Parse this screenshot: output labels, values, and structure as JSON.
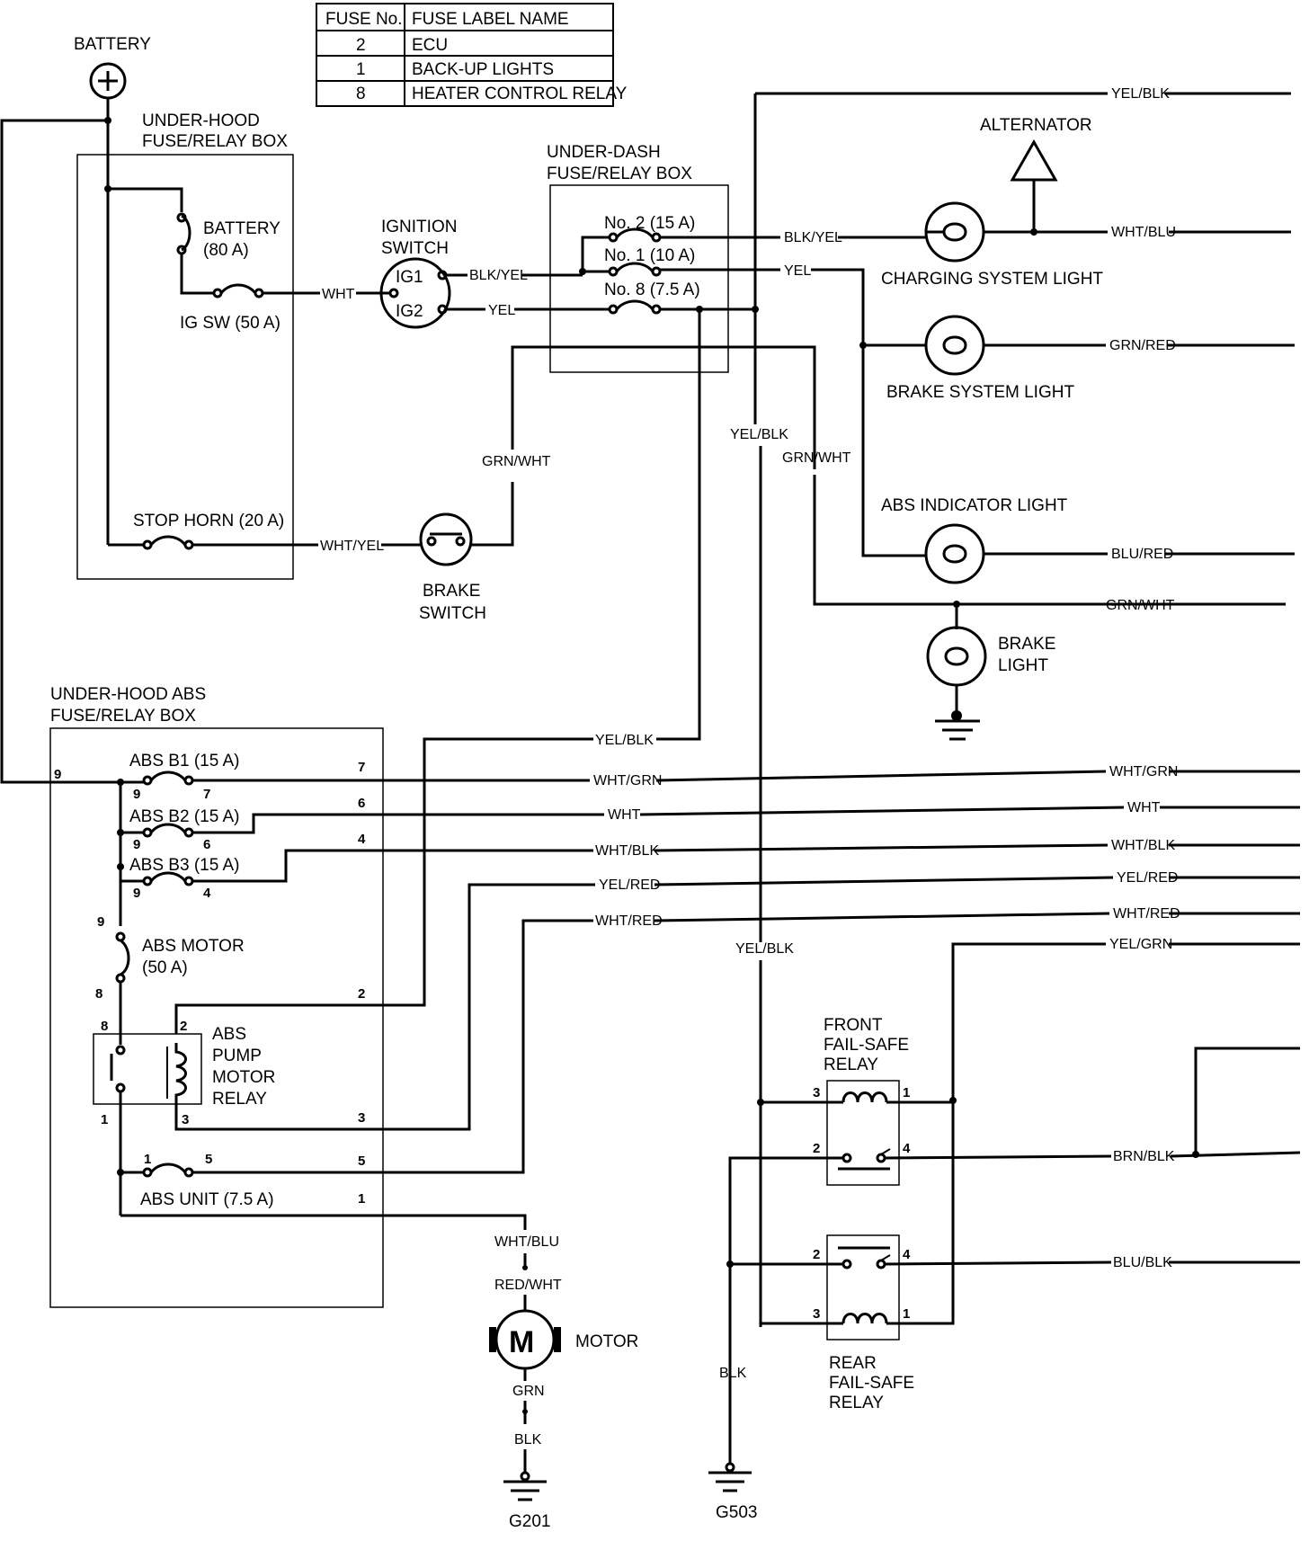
{
  "fuse_table": {
    "headers": [
      "FUSE No.",
      "FUSE LABEL NAME"
    ],
    "rows": [
      {
        "no": "2",
        "name": "ECU"
      },
      {
        "no": "1",
        "name": "BACK-UP LIGHTS"
      },
      {
        "no": "8",
        "name": "HEATER CONTROL RELAY"
      }
    ]
  },
  "labels": {
    "battery": "BATTERY",
    "underhood_box_1": "UNDER-HOOD",
    "underhood_box_2": "FUSE/RELAY BOX",
    "battery_fuse_1": "BATTERY",
    "battery_fuse_2": "(80 A)",
    "ig_sw_fuse": "IG SW (50 A)",
    "stop_horn_fuse": "STOP HORN (20 A)",
    "ignition_1": "IGNITION",
    "ignition_2": "SWITCH",
    "ig1": "IG1",
    "ig2": "IG2",
    "underdash_1": "UNDER-DASH",
    "underdash_2": "FUSE/RELAY BOX",
    "fuse_no2": "No. 2 (15 A)",
    "fuse_no1": "No. 1 (10 A)",
    "fuse_no8": "No. 8 (7.5 A)",
    "brake_switch_1": "BRAKE",
    "brake_switch_2": "SWITCH",
    "alternator": "ALTERNATOR",
    "charging_light": "CHARGING SYSTEM LIGHT",
    "brake_system_light": "BRAKE SYSTEM LIGHT",
    "abs_indicator_light": "ABS INDICATOR LIGHT",
    "brake_light_1": "BRAKE",
    "brake_light_2": "LIGHT",
    "abs_box_1": "UNDER-HOOD ABS",
    "abs_box_2": "FUSE/RELAY BOX",
    "abs_b1": "ABS B1 (15 A)",
    "abs_b2": "ABS B2 (15 A)",
    "abs_b3": "ABS B3 (15 A)",
    "abs_motor_1": "ABS MOTOR",
    "abs_motor_2": "(50 A)",
    "pump_relay_1": "ABS",
    "pump_relay_2": "PUMP",
    "pump_relay_3": "MOTOR",
    "pump_relay_4": "RELAY",
    "abs_unit": "ABS UNIT (7.5 A)",
    "motor_letter": "M",
    "motor": "MOTOR",
    "front_relay_1": "FRONT",
    "front_relay_2": "FAIL-SAFE",
    "front_relay_3": "RELAY",
    "rear_relay_1": "REAR",
    "rear_relay_2": "FAIL-SAFE",
    "rear_relay_3": "RELAY",
    "g201": "G201",
    "g503": "G503"
  },
  "wires": {
    "wht": "WHT",
    "blk_yel": "BLK/YEL",
    "yel": "YEL",
    "grn_wht": "GRN/WHT",
    "wht_yel": "WHT/YEL",
    "yel_blk": "YEL/BLK",
    "wht_blu": "WHT/BLU",
    "grn_red": "GRN/RED",
    "blu_red": "BLU/RED",
    "wht_grn": "WHT/GRN",
    "wht_blk": "WHT/BLK",
    "yel_red": "YEL/RED",
    "wht_red": "WHT/RED",
    "yel_grn": "YEL/GRN",
    "brn_blk": "BRN/BLK",
    "blu_blk": "BLU/BLK",
    "red_wht": "RED/WHT",
    "grn": "GRN",
    "blk": "BLK"
  },
  "pins": {
    "p1": "1",
    "p2": "2",
    "p3": "3",
    "p4": "4",
    "p5": "5",
    "p6": "6",
    "p7": "7",
    "p8": "8",
    "p9": "9"
  }
}
